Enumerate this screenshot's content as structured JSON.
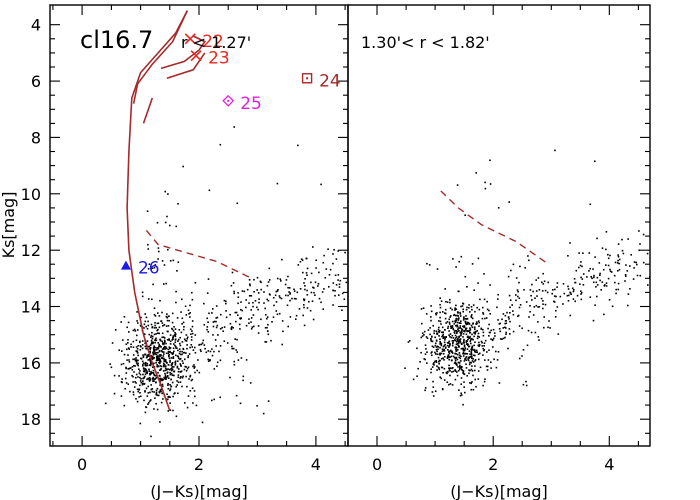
{
  "chart_data": [
    {
      "type": "scatter",
      "title": "cl16.7",
      "annotation": "r < 1.27'",
      "xlabel": "(J−Ks)[mag]",
      "ylabel": "Ks[mag]",
      "xlim": [
        -0.55,
        4.55
      ],
      "ylim": [
        18.95,
        3.3
      ],
      "y_inverted": true,
      "xticks": [
        0,
        2,
        4
      ],
      "yticks": [
        4,
        6,
        8,
        10,
        12,
        14,
        16,
        18
      ],
      "grid": false,
      "isochrone": {
        "color": "#a52a2a",
        "main_branch": [
          [
            1.8,
            3.5
          ],
          [
            1.6,
            4.3
          ],
          [
            1.3,
            5.0
          ],
          [
            1.0,
            5.7
          ],
          [
            0.85,
            6.6
          ],
          [
            0.8,
            8.5
          ],
          [
            0.77,
            10.5
          ],
          [
            0.8,
            12.0
          ],
          [
            0.9,
            13.5
          ],
          [
            1.05,
            15.0
          ],
          [
            1.2,
            16.0
          ],
          [
            1.35,
            16.8
          ],
          [
            1.5,
            17.7
          ]
        ],
        "giant_loop": [
          [
            1.8,
            3.5
          ],
          [
            1.55,
            4.6
          ],
          [
            1.2,
            5.4
          ],
          [
            0.95,
            6.1
          ],
          [
            0.88,
            6.8
          ]
        ],
        "giant_upper": [
          [
            1.35,
            5.55
          ],
          [
            1.75,
            5.3
          ],
          [
            2.0,
            4.9
          ],
          [
            2.1,
            4.6
          ],
          [
            1.9,
            4.4
          ]
        ],
        "giant_lower": [
          [
            1.45,
            5.9
          ],
          [
            1.9,
            5.6
          ],
          [
            2.1,
            5.0
          ]
        ],
        "giant_side": [
          [
            1.05,
            7.5
          ],
          [
            1.2,
            6.6
          ]
        ]
      },
      "reddening_vector": [
        [
          1.1,
          11.3
        ],
        [
          1.3,
          11.8
        ],
        [
          1.8,
          12.1
        ],
        [
          2.3,
          12.4
        ],
        [
          2.9,
          13.0
        ]
      ],
      "stars": [
        {
          "label": "22",
          "x": 1.85,
          "y": 4.5,
          "marker": "x",
          "color": "#e8281f"
        },
        {
          "label": "23",
          "x": 1.95,
          "y": 5.1,
          "marker": "x",
          "color": "#e8281f"
        },
        {
          "label": "24",
          "x": 3.85,
          "y": 5.9,
          "marker": "square-dot",
          "color": "#a52a2a"
        },
        {
          "label": "25",
          "x": 2.5,
          "y": 6.7,
          "marker": "diamond-dot",
          "color": "#e020e0"
        },
        {
          "label": "26",
          "x": 0.75,
          "y": 12.55,
          "marker": "triangle",
          "color": "#1a1ae6"
        }
      ]
    },
    {
      "type": "scatter",
      "title": "",
      "annotation": "1.30'< r < 1.82'",
      "xlabel": "(J−Ks)[mag]",
      "ylabel": "",
      "xlim": [
        -0.5,
        4.7
      ],
      "ylim": [
        18.95,
        3.3
      ],
      "y_inverted": true,
      "xticks": [
        0,
        2,
        4
      ],
      "yticks": [
        4,
        6,
        8,
        10,
        12,
        14,
        16,
        18
      ],
      "grid": false,
      "reddening_vector": [
        [
          1.1,
          9.9
        ],
        [
          1.4,
          10.5
        ],
        [
          1.8,
          11.1
        ],
        [
          2.4,
          11.7
        ],
        [
          2.95,
          12.5
        ]
      ]
    }
  ]
}
